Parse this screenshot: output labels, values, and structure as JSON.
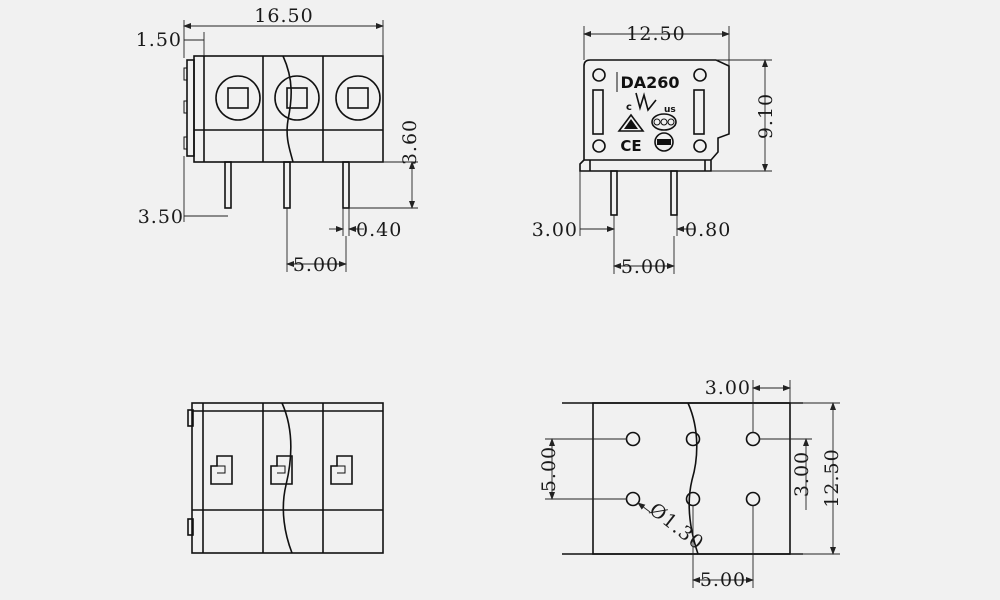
{
  "front_view": {
    "overall_width": "16.50",
    "edge_offset": "1.50",
    "body_height": "3.60",
    "pin_length": "3.50",
    "pin_thickness": "0.40",
    "pitch": "5.00"
  },
  "side_view": {
    "depth": "12.50",
    "height": "9.10",
    "pin_offset": "3.00",
    "pin_width": "0.80",
    "pin_spacing": "5.00",
    "marking_text": "DA260",
    "cert_cul": "c",
    "cert_us": "us",
    "cert_ce": "CE"
  },
  "top_view": {},
  "footprint": {
    "hole_offset_top": "3.00",
    "hole_row_spacing_left": "5.00",
    "hole_row_spacing_right": "3.00",
    "overall_depth": "12.50",
    "hole_diameter": "Ø1.30",
    "hole_pitch": "5.00"
  },
  "colors": {
    "background": "#f1f1f1",
    "line": "#111111"
  }
}
